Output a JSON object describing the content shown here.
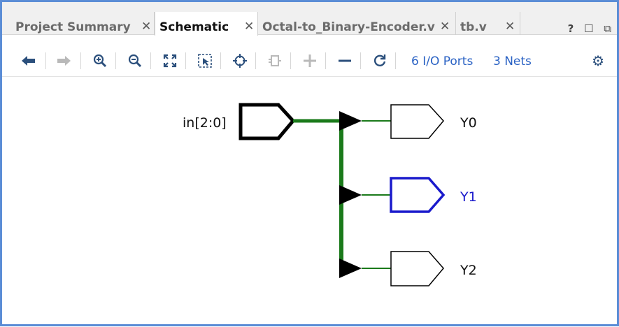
{
  "tabs": [
    {
      "label": "Project Summary",
      "active": false
    },
    {
      "label": "Schematic",
      "active": true
    },
    {
      "label": "Octal-to_Binary-Encoder.v",
      "active": false
    },
    {
      "label": "tb.v",
      "active": false
    }
  ],
  "window_controls": {
    "help": "?",
    "maximize": "☐",
    "float": "⧉"
  },
  "toolbar": {
    "io_ports": "6 I/O Ports",
    "nets": "3 Nets"
  },
  "schematic": {
    "input_port": "in[2:0]",
    "outputs": [
      {
        "label": "Y0",
        "selected": false
      },
      {
        "label": "Y1",
        "selected": true
      },
      {
        "label": "Y2",
        "selected": false
      }
    ]
  },
  "colors": {
    "frame": "#5b8dd6",
    "net": "#1a7a1a",
    "selected": "#1a1acc",
    "link": "#2a62c4"
  }
}
